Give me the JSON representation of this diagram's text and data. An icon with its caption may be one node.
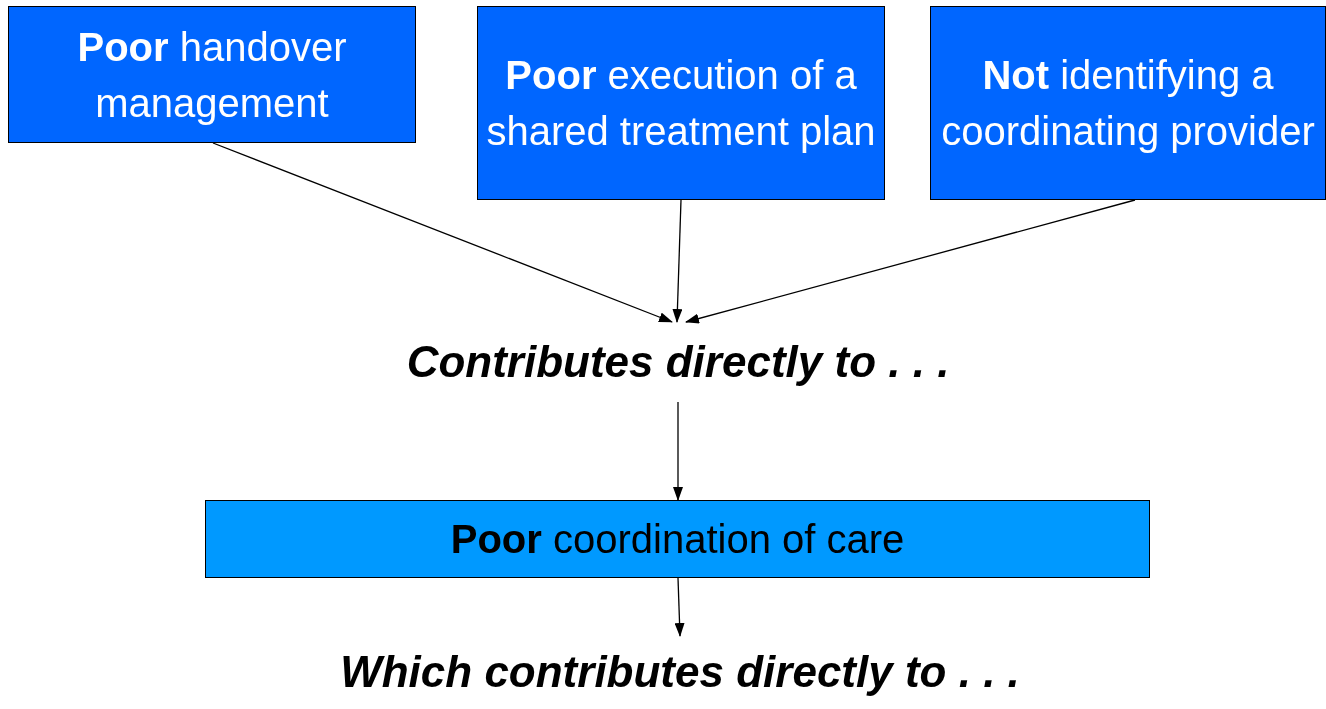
{
  "diagram": {
    "nodes": [
      {
        "text": [
          "**Poor** handover management"
        ]
      },
      {
        "text": [
          "**Poor** execution of a shared treatment plan"
        ]
      },
      {
        "text": [
          "**Not** identifying a coordinating provider"
        ]
      },
      {
        "text": [
          "Contributes directly to . . ."
        ]
      },
      {
        "text": [
          "**Poor** coordination of care"
        ]
      },
      {
        "text": [
          "Which contributes directly to . . ."
        ]
      }
    ],
    "edges": [
      {
        "from": 0,
        "to": 3,
        "arrow": "to"
      },
      {
        "from": 1,
        "to": 3,
        "arrow": "to"
      },
      {
        "from": 2,
        "to": 3,
        "arrow": "to"
      },
      {
        "from": 3,
        "to": 4,
        "arrow": "to"
      },
      {
        "from": 4,
        "to": 5,
        "arrow": "to"
      }
    ]
  }
}
